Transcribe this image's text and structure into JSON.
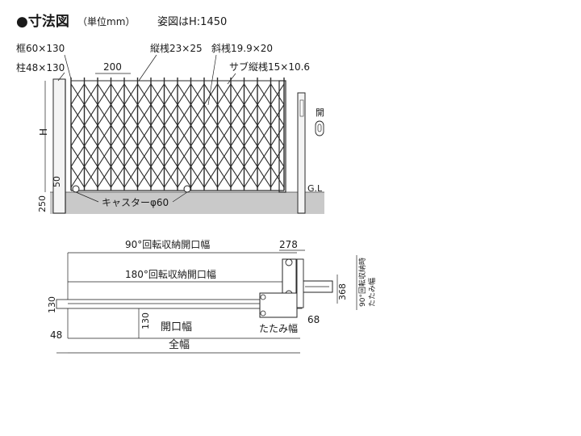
{
  "header": {
    "title": "●寸法図",
    "unit": "（単位mm）",
    "note": "姿図はH:1450"
  },
  "elevation": {
    "frame": "框60×130",
    "post": "柱48×130",
    "pitch": "200",
    "vertical_bar": "縦桟23×25",
    "diagonal_bar": "斜桟19.9×20",
    "sub_bar": "サブ縦桟15×10.6",
    "height": "H",
    "clearance": "50",
    "foundation": "250",
    "ground_line": "G.L",
    "caster": "キャスターφ60",
    "open_label": "開"
  },
  "plan": {
    "rot90": "90°回転収納開口幅",
    "rot180": "180°回転収納開口幅",
    "dim_278": "278",
    "dim_368": "368",
    "dim_130_left": "130",
    "dim_130_mid": "130",
    "dim_48": "48",
    "opening_width": "開口幅",
    "folded_width": "たたみ幅",
    "dim_68": "68",
    "total_width": "全幅",
    "rot90_folded_line1": "90°回転収納時",
    "rot90_folded_line2": "たたみ幅"
  }
}
